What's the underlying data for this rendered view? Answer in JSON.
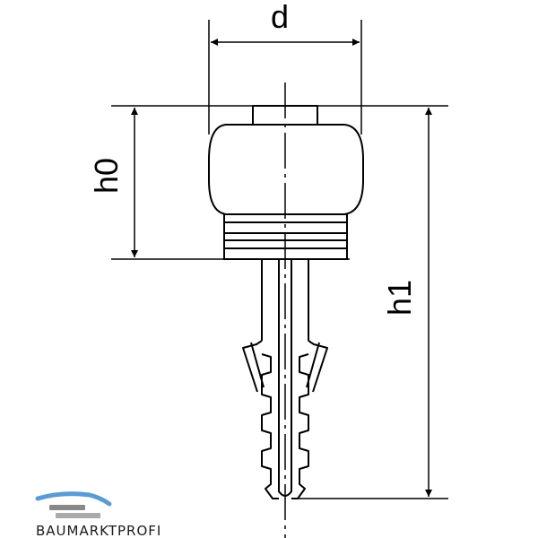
{
  "drawing": {
    "dimensions": {
      "d": "d",
      "h0": "h0",
      "h1": "h1"
    }
  },
  "logo": {
    "text": "BAUMARKTPROFI",
    "colors": {
      "accent": "#5b9bd5",
      "dark": "#1a1a1a"
    }
  }
}
